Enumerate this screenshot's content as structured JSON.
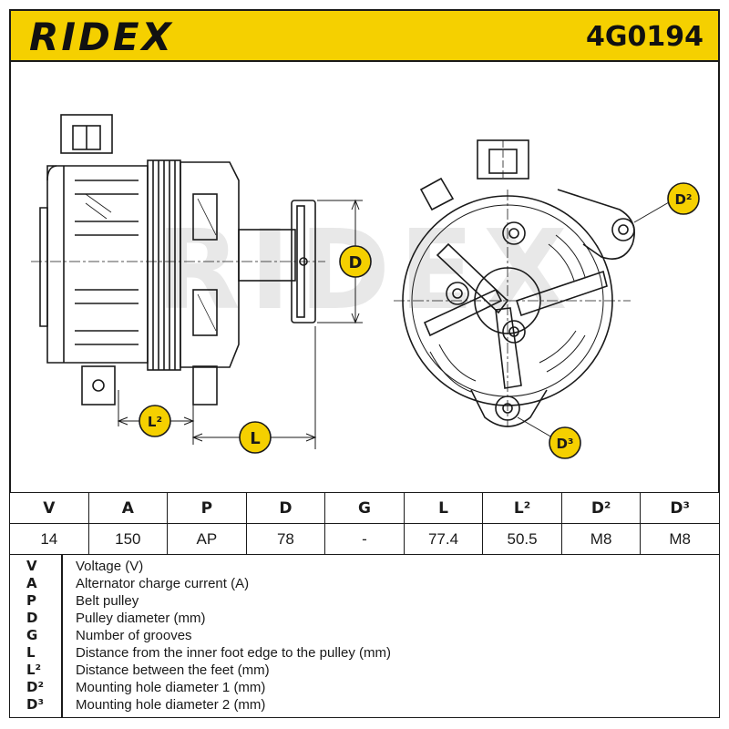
{
  "header": {
    "brand": "RIDEX",
    "part_number": "4G0194"
  },
  "drawing": {
    "callouts": {
      "d": "D",
      "l": "L",
      "l2": "L²",
      "d2": "D²",
      "d3": "D³"
    },
    "watermark": "RIDEX"
  },
  "specs": {
    "headers": [
      "V",
      "A",
      "P",
      "D",
      "G",
      "L",
      "L²",
      "D²",
      "D³"
    ],
    "values": [
      "14",
      "150",
      "AP",
      "78",
      "-",
      "77.4",
      "50.5",
      "M8",
      "M8"
    ]
  },
  "legend": [
    {
      "key": "V",
      "desc": "Voltage (V)"
    },
    {
      "key": "A",
      "desc": "Alternator charge current (A)"
    },
    {
      "key": "P",
      "desc": "Belt pulley"
    },
    {
      "key": "D",
      "desc": "Pulley diameter (mm)"
    },
    {
      "key": "G",
      "desc": "Number of grooves"
    },
    {
      "key": "L",
      "desc": "Distance from the inner foot edge to the pulley (mm)"
    },
    {
      "key": "L²",
      "desc": "Distance between the feet (mm)"
    },
    {
      "key": "D²",
      "desc": "Mounting hole diameter 1 (mm)"
    },
    {
      "key": "D³",
      "desc": "Mounting hole diameter 2 (mm)"
    }
  ],
  "colors": {
    "accent": "#f5d000",
    "ink": "#1a1a1a"
  }
}
